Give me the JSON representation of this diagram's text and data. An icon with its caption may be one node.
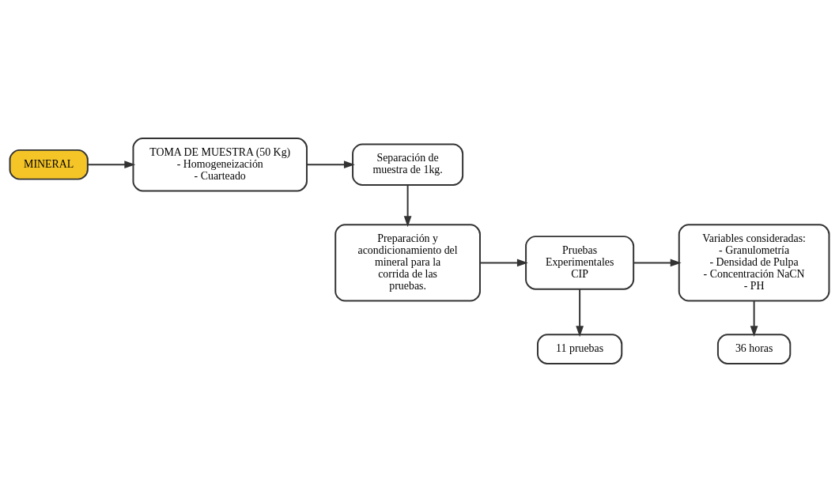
{
  "diagram": {
    "nodes": [
      {
        "text": [
          "MINERAL"
        ]
      },
      {
        "text": [
          "TOMA DE MUESTRA (50 Kg)",
          "- Homogeneización",
          "- Cuarteado"
        ]
      },
      {
        "text": [
          "Separación de muestra de 1kg."
        ]
      },
      {
        "text": [
          "Preparación y acondicionamiento del mineral para la corrida de las pruebas."
        ]
      },
      {
        "text": [
          "Pruebas Experimentales CIP"
        ]
      },
      {
        "text": [
          "Variables consideradas:",
          "- Granulometría",
          "- Densidad de Pulpa",
          "- Concentración NaCN",
          "- PH"
        ]
      },
      {
        "text": [
          "11 pruebas"
        ]
      },
      {
        "text": [
          "36 horas"
        ]
      }
    ],
    "edges": [
      {
        "from": 0,
        "to": 1,
        "arrow": "to"
      },
      {
        "from": 1,
        "to": 2,
        "arrow": "to"
      },
      {
        "from": 2,
        "to": 3,
        "arrow": "to"
      },
      {
        "from": 3,
        "to": 4,
        "arrow": "to"
      },
      {
        "from": 4,
        "to": 5,
        "arrow": "to"
      },
      {
        "from": 4,
        "to": 6,
        "arrow": "to"
      },
      {
        "from": 5,
        "to": 7,
        "arrow": "to"
      }
    ]
  }
}
